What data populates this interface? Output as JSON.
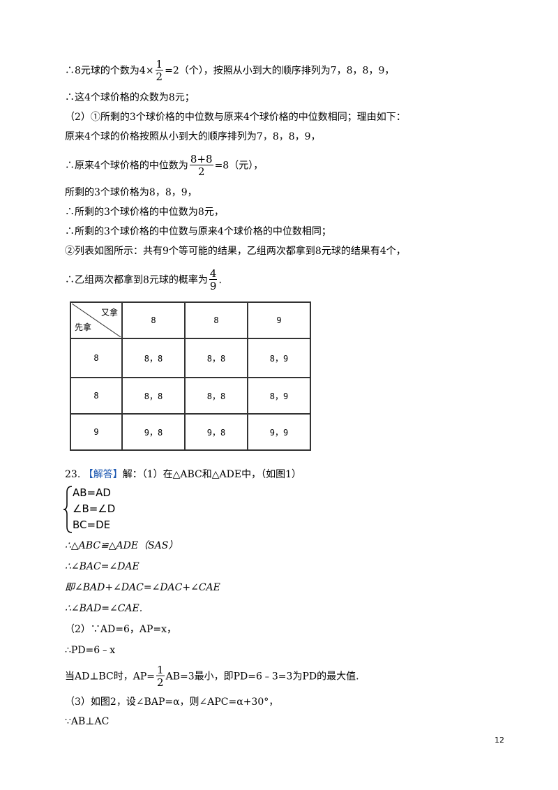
{
  "lines": {
    "l1_pre": "∴8元球的个数为4×",
    "l1_num": "1",
    "l1_den": "2",
    "l1_post": "=2（个），按照从小到大的顺序排列为7，8，8，9，",
    "l2": "∴这4个球价格的众数为8元；",
    "l3": "（2）①所剩的3个球价格的中位数与原来4个球价格的中位数相同；理由如下：",
    "l4": "原来4个球的价格按照从小到大的顺序排列为7，8，8，9，",
    "l5_pre": "∴原来4个球价格的中位数为",
    "l5_num": "8+8",
    "l5_den": "2",
    "l5_post": "=8（元），",
    "l6": "所剩的3个球价格为8，8，9，",
    "l7": "∴所剩的3个球价格的中位数为8元，",
    "l8": "∴所剩的3个球价格的中位数与原来4个球价格的中位数相同；",
    "l9": "②列表如图所示：共有9个等可能的结果，乙组两次都拿到8元球的结果有4个，",
    "l10_pre": "∴乙组两次都拿到8元球的概率为",
    "l10_num": "4",
    "l10_den": "9",
    "l10_post": "."
  },
  "table": {
    "corner_top": "又拿",
    "corner_bottom": "先拿",
    "header": [
      "8",
      "8",
      "9"
    ],
    "rows": [
      {
        "head": "8",
        "cells": [
          "8，8",
          "8，8",
          "8，9"
        ]
      },
      {
        "head": "8",
        "cells": [
          "8，8",
          "8，8",
          "8，9"
        ]
      },
      {
        "head": "9",
        "cells": [
          "9，8",
          "9，8",
          "9，9"
        ]
      }
    ]
  },
  "q23": {
    "number": "23.",
    "tag": "【解答】",
    "intro": "解：（1）在△ABC和△ADE中，（如图1）",
    "sys": [
      "AB=AD",
      "∠B=∠D",
      "BC=DE"
    ],
    "s1": "∴△ABC≌△ADE（SAS）",
    "s2": "∴∠BAC=∠DAE",
    "s3": "即∠BAD+∠DAC=∠DAC+∠CAE",
    "s4": "∴∠BAD=∠CAE.",
    "s5": "（2）∵AD=6，AP=x，",
    "s6": "∴PD=6﹣x",
    "s7_pre": "当AD⊥BC时，AP=",
    "s7_num": "1",
    "s7_den": "2",
    "s7_post": "AB=3最小，即PD=6﹣3=3为PD的最大值.",
    "s8": "（3）如图2，设∠BAP=α，则∠APC=α+30°，",
    "s9": "∵AB⊥AC"
  },
  "page_number": "12"
}
